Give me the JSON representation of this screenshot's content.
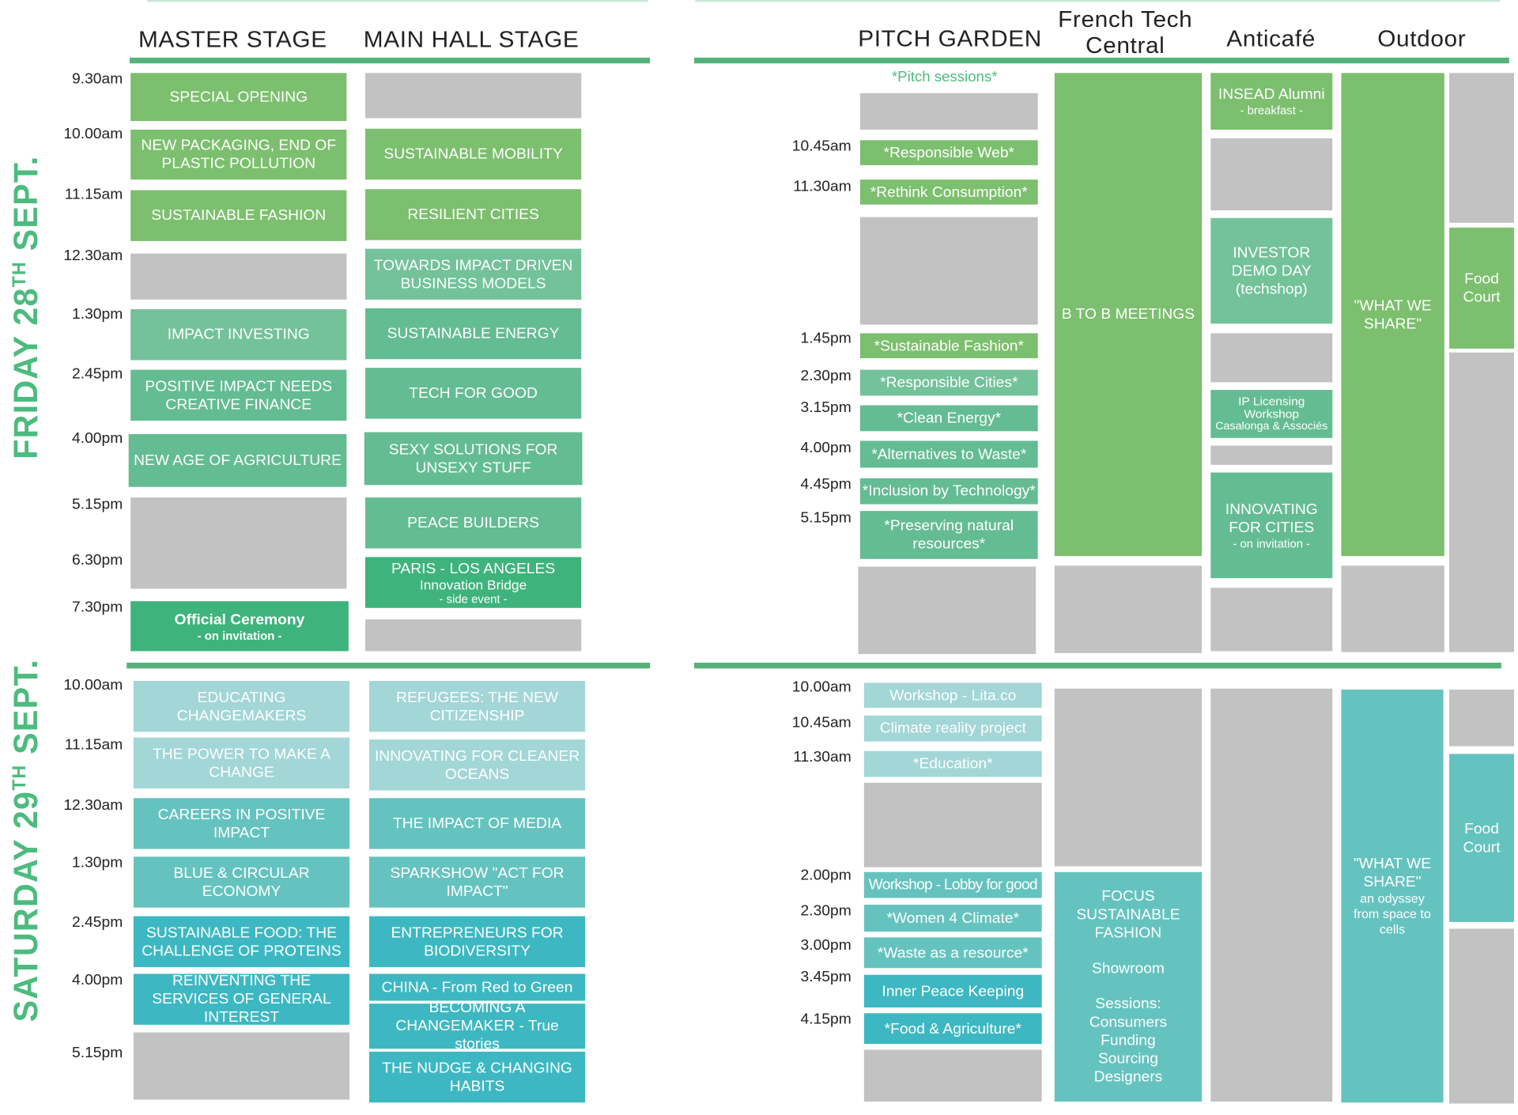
{
  "headers": {
    "master_stage": "MASTER STAGE",
    "main_hall_stage": "MAIN HALL STAGE",
    "pitch_garden": "PITCH GARDEN",
    "french_tech_central": "French Tech Central",
    "anticafe": "Anticafé",
    "outdoor": "Outdoor"
  },
  "days": {
    "friday": {
      "prefix": "FRIDAY 28",
      "sup": "TH",
      "suffix": " SEPT."
    },
    "saturday": {
      "prefix": "SATURDAY 29",
      "sup": "TH",
      "suffix": " SEPT."
    }
  },
  "pitch_sessions_note": "*Pitch sessions*",
  "friday": {
    "left_times": [
      "9.30am",
      "10.00am",
      "11.15am",
      "12.30am",
      "1.30pm",
      "2.45pm",
      "4.00pm",
      "5.15pm",
      "6.30pm",
      "7.30pm"
    ],
    "right_times": [
      "10.45am",
      "11.30am",
      "1.45pm",
      "2.30pm",
      "3.15pm",
      "4.00pm",
      "4.45pm",
      "5.15pm"
    ],
    "master": [
      "SPECIAL OPENING",
      "NEW PACKAGING, END OF PLASTIC POLLUTION",
      "SUSTAINABLE FASHION",
      "IMPACT INVESTING",
      "POSITIVE IMPACT NEEDS CREATIVE FINANCE",
      "NEW AGE OF AGRICULTURE",
      "Official Ceremony",
      "- on invitation -"
    ],
    "main_hall": [
      "SUSTAINABLE MOBILITY",
      "RESILIENT CITIES",
      "TOWARDS IMPACT DRIVEN BUSINESS MODELS",
      "SUSTAINABLE ENERGY",
      "TECH FOR GOOD",
      "SEXY SOLUTIONS FOR UNSEXY STUFF",
      "PEACE BUILDERS",
      "PARIS - LOS ANGELES",
      "Innovation Bridge",
      "- side event -"
    ],
    "pitch_garden": [
      "*Responsible Web*",
      "*Rethink Consumption*",
      "*Sustainable Fashion*",
      "*Responsible Cities*",
      "*Clean Energy*",
      "*Alternatives to Waste*",
      "*Inclusion by Technology*",
      "*Preserving natural resources*"
    ],
    "french_tech": "B TO B MEETINGS",
    "anticafe": {
      "insead": "INSEAD Alumni",
      "insead_sub": "- breakfast -",
      "investor": "INVESTOR DEMO DAY (techshop)",
      "ip": "IP Licensing Workshop",
      "ip_sub": "Casalonga & Associés",
      "innovating": "INNOVATING FOR CITIES",
      "innovating_sub": "- on invitation -"
    },
    "outdoor": "\"WHAT WE SHARE\"",
    "food_court": "Food Court"
  },
  "saturday": {
    "left_times": [
      "10.00am",
      "11.15am",
      "12.30am",
      "1.30pm",
      "2.45pm",
      "4.00pm",
      "5.15pm"
    ],
    "right_times": [
      "10.00am",
      "10.45am",
      "11.30am",
      "2.00pm",
      "2.30pm",
      "3.00pm",
      "3.45pm",
      "4.15pm"
    ],
    "master": [
      "EDUCATING CHANGEMAKERS",
      "THE POWER TO MAKE A CHANGE",
      "CAREERS IN POSITIVE IMPACT",
      "BLUE & CIRCULAR ECONOMY",
      "SUSTAINABLE FOOD: THE CHALLENGE OF PROTEINS",
      "REINVENTING THE SERVICES OF GENERAL INTEREST"
    ],
    "main_hall": [
      "REFUGEES: THE NEW CITIZENSHIP",
      "INNOVATING FOR CLEANER OCEANS",
      "THE IMPACT OF MEDIA",
      "SPARKSHOW \"ACT FOR IMPACT\"",
      "ENTREPRENEURS FOR BIODIVERSITY",
      "CHINA - From Red to Green",
      "BECOMING A CHANGEMAKER - True stories",
      "THE NUDGE & CHANGING HABITS"
    ],
    "pitch_garden": [
      "Workshop - Lita.co",
      "Climate reality project",
      "*Education*",
      "Workshop - Lobby for good",
      "*Women 4 Climate*",
      "*Waste as a resource*",
      "Inner Peace Keeping",
      "*Food & Agriculture*"
    ],
    "french_tech": {
      "title": "FOCUS SUSTAINABLE FASHION",
      "showroom": "Showroom",
      "sessions": "Sessions:",
      "items": [
        "Consumers",
        "Funding",
        "Sourcing",
        "Designers"
      ]
    },
    "outdoor": {
      "title": "\"WHAT WE SHARE\"",
      "sub": "an odyssey from space to cells"
    },
    "food_court": "Food Court"
  }
}
